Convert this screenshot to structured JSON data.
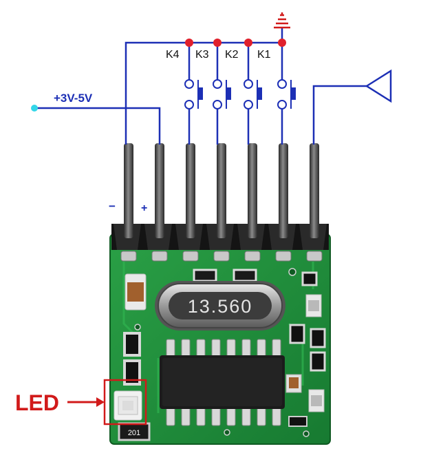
{
  "labels": {
    "supply_voltage": "+3V-5V",
    "minus_pin": "−",
    "plus_pin": "+",
    "k4": "K4",
    "k3": "K3",
    "k2": "K2",
    "k1": "K1",
    "led": "LED",
    "crystal": "13.560",
    "smd_code": "201"
  },
  "colors": {
    "wire": "#1c2fb5",
    "junction": "#e0202c",
    "supply_dot": "#33d6e8",
    "pcb": "#1f8f3a",
    "pcb_dark": "#166b2b",
    "header": "#151515",
    "pin": "#4a4a4a",
    "led_box": "#d11a1a",
    "led_text": "#d11a1a"
  },
  "icons": {
    "ground": "ground-symbol-icon",
    "antenna": "antenna-symbol-icon",
    "arrow": "arrow-right-icon"
  }
}
